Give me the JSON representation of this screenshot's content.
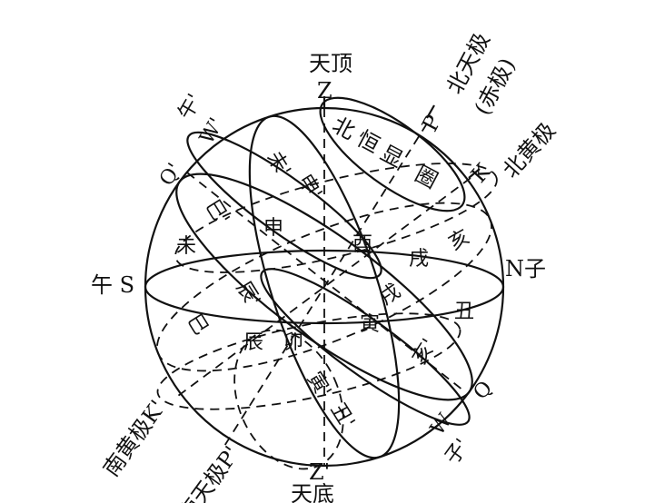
{
  "zenith": {
    "letter": "Z",
    "name": "天顶"
  },
  "nadir": {
    "letter": "Z'",
    "name": "天底"
  },
  "north_pole": {
    "letter": "P",
    "name": "北天极",
    "note": "(赤极)"
  },
  "south_pole": {
    "name": "南天极P'"
  },
  "north_ecliptic_pole": {
    "letter": "K",
    "name": "北黄极"
  },
  "south_ecliptic_pole": {
    "name": "南黄极K'"
  },
  "south_point": {
    "text": "午 S"
  },
  "north_point": {
    "text": "N子"
  },
  "q_prime": "Q'",
  "q_point": "Q",
  "w_prime": {
    "letter": "W'",
    "branch": "午'"
  },
  "w_point": {
    "letter": "W",
    "branch": "子'"
  },
  "circumpolar": [
    "北",
    "恒",
    "显",
    "圈"
  ],
  "upper_labels": [
    "未'",
    "申'",
    "巳'",
    "申",
    "未",
    "酉",
    "亥",
    "戌"
  ],
  "middle_labels": [
    "辰'",
    "戌",
    "丑"
  ],
  "lower_labels": [
    "巳",
    "辰",
    "卯",
    "寅",
    "寅'",
    "亥'",
    "丑'"
  ]
}
